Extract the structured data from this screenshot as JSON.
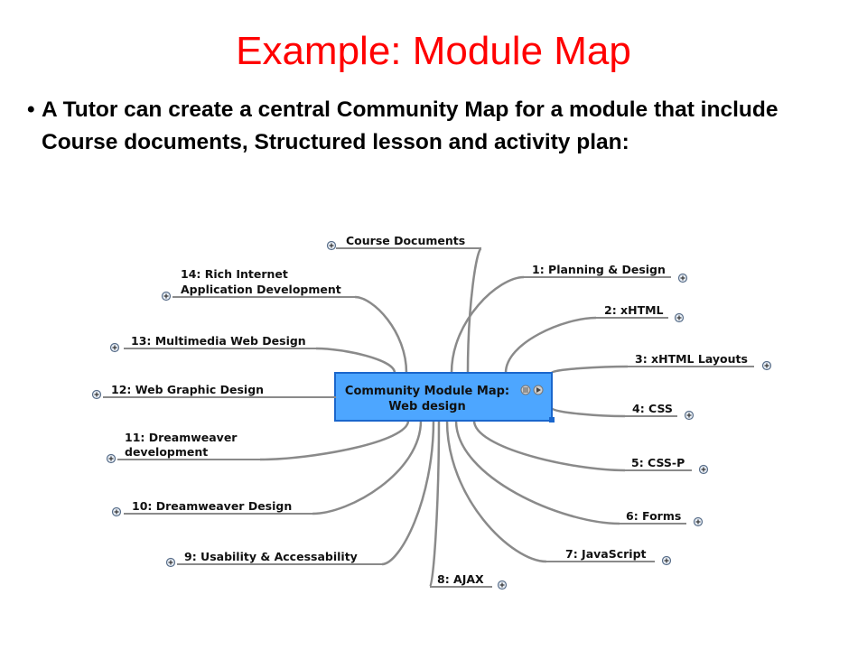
{
  "slide": {
    "title": "Example: Module Map",
    "bullet": "A Tutor can create a central Community Map for a module that include Course documents, Structured lesson and activity plan:"
  },
  "mindmap": {
    "center": {
      "line1": "Community Module Map:",
      "line2": "Web design"
    },
    "nodes": [
      {
        "id": "course-documents",
        "lines": [
          "Course Documents"
        ]
      },
      {
        "id": "lesson-1",
        "lines": [
          "1: Planning & Design"
        ]
      },
      {
        "id": "lesson-2",
        "lines": [
          "2: xHTML"
        ]
      },
      {
        "id": "lesson-3",
        "lines": [
          "3: xHTML Layouts"
        ]
      },
      {
        "id": "lesson-4",
        "lines": [
          "4: CSS"
        ]
      },
      {
        "id": "lesson-5",
        "lines": [
          "5: CSS-P"
        ]
      },
      {
        "id": "lesson-6",
        "lines": [
          "6: Forms"
        ]
      },
      {
        "id": "lesson-7",
        "lines": [
          "7: JavaScript"
        ]
      },
      {
        "id": "lesson-8",
        "lines": [
          "8: AJAX"
        ]
      },
      {
        "id": "lesson-9",
        "lines": [
          "9: Usability & Accessability"
        ]
      },
      {
        "id": "lesson-10",
        "lines": [
          "10: Dreamweaver Design"
        ]
      },
      {
        "id": "lesson-11",
        "lines": [
          "11: Dreamweaver",
          "development"
        ]
      },
      {
        "id": "lesson-12",
        "lines": [
          "12: Web Graphic Design"
        ]
      },
      {
        "id": "lesson-13",
        "lines": [
          "13: Multimedia Web Design"
        ]
      },
      {
        "id": "lesson-14",
        "lines": [
          "14: Rich Internet",
          "Application Development"
        ]
      }
    ],
    "colors": {
      "title": "#ff0000",
      "branch": "#8a8a8a",
      "central_fill": "#4da6ff",
      "central_border": "#1a66cc",
      "plus_border": "#5a6f8a"
    }
  }
}
